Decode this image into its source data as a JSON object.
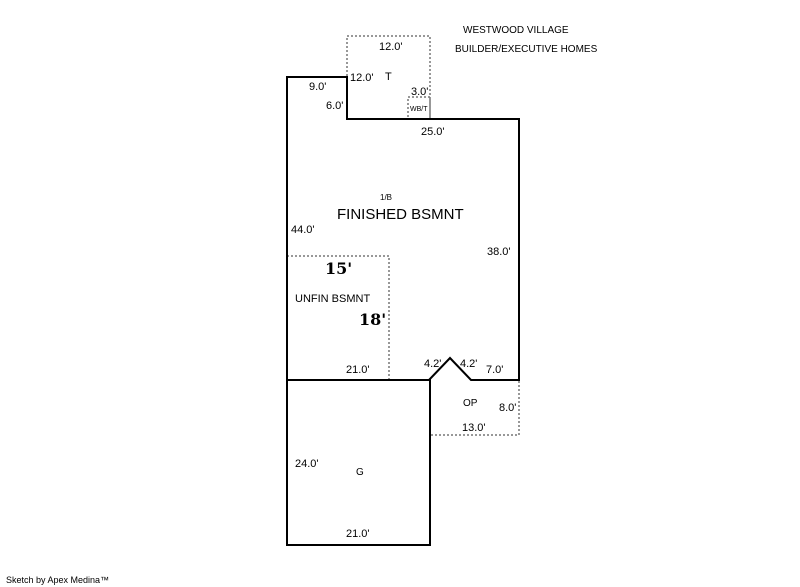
{
  "header": {
    "line1": "WESTWOOD VILLAGE",
    "line2": "BUILDER/EXECUTIVE HOMES"
  },
  "footer": "Sketch by Apex Medina™",
  "areas": {
    "tower": {
      "label": "T",
      "top": "12.0'",
      "side": "12.0'"
    },
    "wbt": {
      "label": "WB/T",
      "dim": "3.0'"
    },
    "main": {
      "level": "1/B",
      "label": "FINISHED BSMNT",
      "top_left": "9.0'",
      "notch": "6.0'",
      "top": "25.0'",
      "left": "44.0'",
      "right": "38.0'",
      "bay_left": "4.2'",
      "bay_right": "4.2'",
      "bottom_right": "7.0'"
    },
    "unfin": {
      "label": "UNFIN BSMNT",
      "width": "15'",
      "depth": "18'",
      "bottom": "21.0'"
    },
    "porch": {
      "label": "OP",
      "side": "8.0'",
      "bottom": "13.0'"
    },
    "garage": {
      "label": "G",
      "side": "24.0'",
      "bottom": "21.0'"
    }
  }
}
